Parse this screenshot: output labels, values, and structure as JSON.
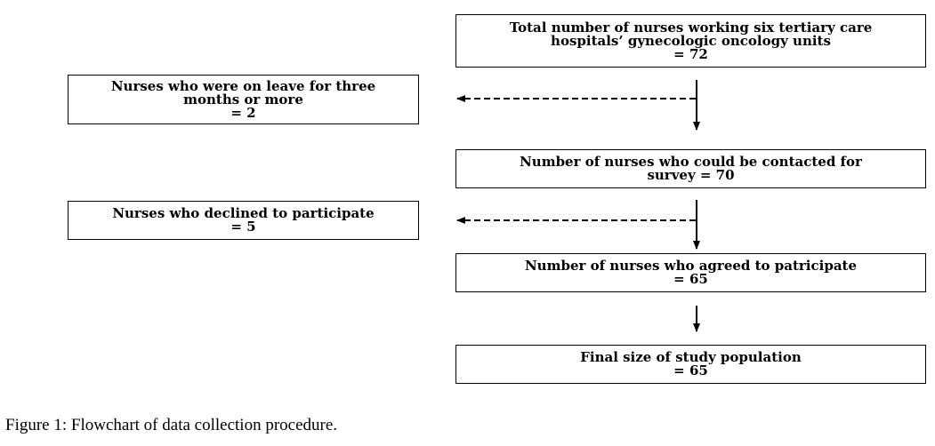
{
  "flowchart": {
    "total": {
      "lines": [
        "Total number of nurses working six tertiary care",
        "hospitals’ gynecologic oncology units",
        "= 72"
      ]
    },
    "on_leave": {
      "lines": [
        "Nurses who were on leave for three",
        "months or more",
        "= 2"
      ]
    },
    "contacted": {
      "lines": [
        "Number of nurses who could be contacted for",
        "survey = 70"
      ]
    },
    "declined": {
      "lines": [
        "Nurses who declined to participate",
        "= 5"
      ]
    },
    "agreed": {
      "lines": [
        "Number of nurses who agreed to patricipate",
        "= 65"
      ]
    },
    "final": {
      "lines": [
        "Final size of study population",
        "= 65"
      ]
    }
  },
  "caption": {
    "label": "Figure 1:",
    "text": "Flowchart of data collection procedure."
  },
  "colors": {
    "line": "#000000",
    "background": "#ffffff"
  }
}
